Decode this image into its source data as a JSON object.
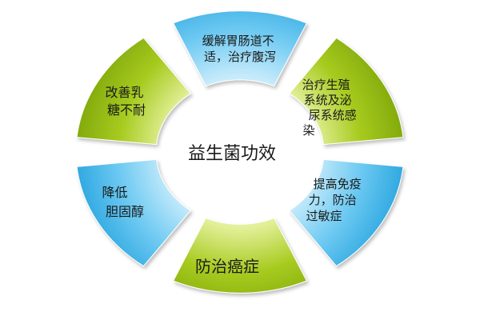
{
  "diagram": {
    "center_label": "益生菌功效",
    "segments": [
      {
        "id": "top",
        "lines": [
          "缓解胃肠道不",
          "适，治疗腹泻"
        ],
        "color": "blue"
      },
      {
        "id": "upper-right",
        "lines": [
          "治疗生殖",
          "系统及泌",
          "尿系统感",
          "染"
        ],
        "color": "green"
      },
      {
        "id": "lower-right",
        "lines": [
          "提高免疫",
          "力，防治",
          "过敏症"
        ],
        "color": "blue"
      },
      {
        "id": "bottom",
        "lines": [
          "防治癌症"
        ],
        "color": "green"
      },
      {
        "id": "lower-left",
        "lines": [
          "降低",
          "胆固醇"
        ],
        "color": "blue"
      },
      {
        "id": "upper-left",
        "lines": [
          "改善乳",
          "糖不耐"
        ],
        "color": "green"
      }
    ],
    "colors": {
      "blue_light": "#c6ebfb",
      "blue_mid": "#6fcaf2",
      "blue_dark": "#2aa6e0",
      "green_light": "#d7ea7a",
      "green_mid": "#a7cb1f",
      "green_dark": "#7fa70a"
    }
  }
}
